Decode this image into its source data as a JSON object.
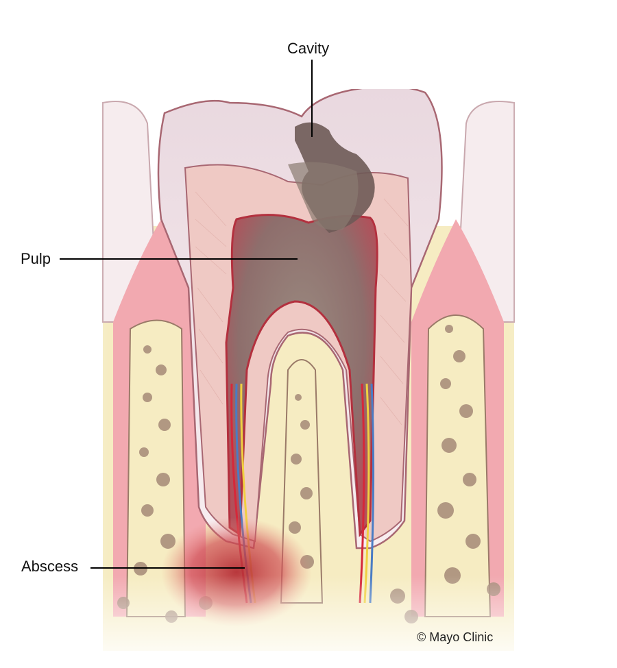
{
  "figure": {
    "subject": "Tooth cross-section showing cavity progressing to pulp infection and abscess",
    "labels": [
      {
        "id": "cavity",
        "text": "Cavity"
      },
      {
        "id": "pulp",
        "text": "Pulp"
      },
      {
        "id": "abscess",
        "text": "Abscess"
      }
    ],
    "credit": "© Mayo Clinic",
    "colors": {
      "enamel": "#f3e6ea",
      "enamel_outline": "#a86772",
      "dentin": "#efc9c4",
      "pulp": "#b5545e",
      "pulp_infected": "#8a7a70",
      "cavity": "#6e5a56",
      "gum": "#f2a9b0",
      "bone": "#f6ecc2",
      "bone_pores": "#a58a78",
      "abscess": "#c23a3e",
      "artery": "#d6283a",
      "vein": "#4a7cc4",
      "nerve": "#f0d040"
    }
  }
}
